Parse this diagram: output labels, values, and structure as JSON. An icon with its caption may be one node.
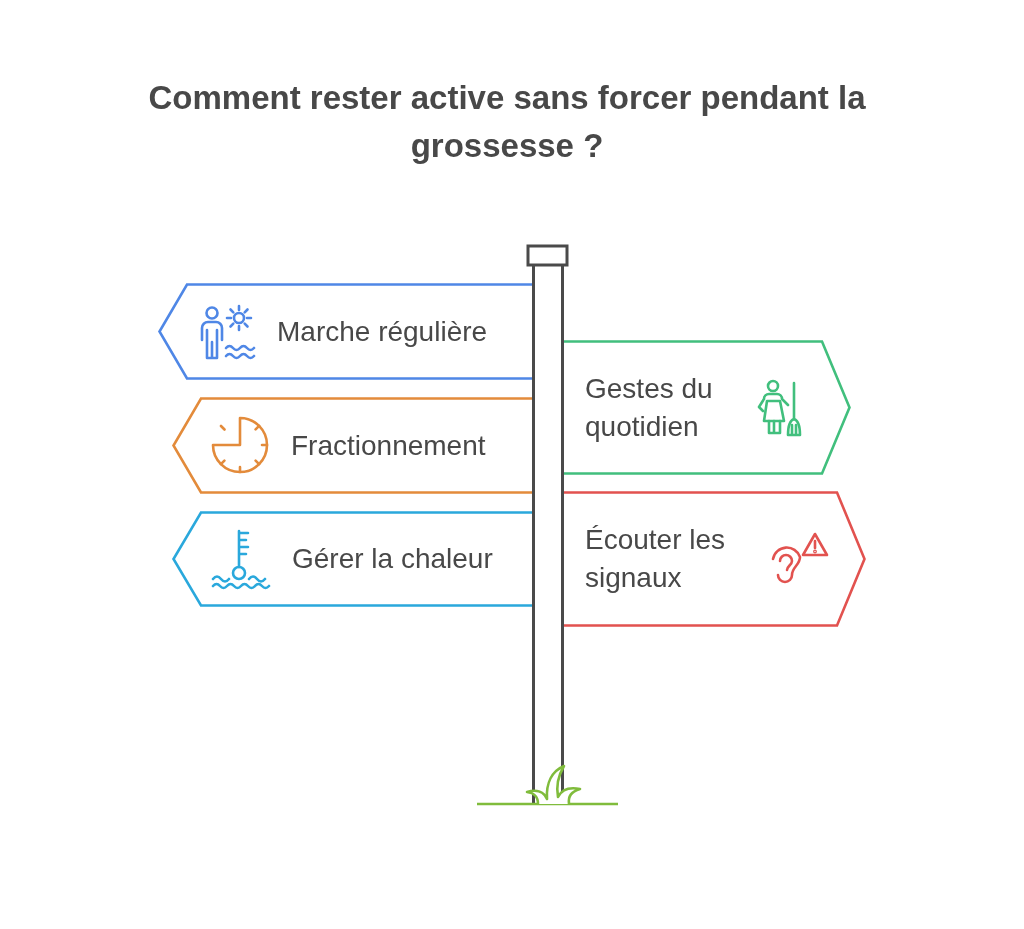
{
  "diagram": {
    "title": "Comment rester active sans forcer pendant la grossesse ?",
    "nodes": [
      {
        "text": [
          "Marche régulière"
        ]
      },
      {
        "text": [
          "Gestes du quotidien"
        ]
      },
      {
        "text": [
          "Fractionnement"
        ]
      },
      {
        "text": [
          "Écouter les signaux"
        ]
      },
      {
        "text": [
          "Gérer la chaleur"
        ]
      }
    ]
  }
}
